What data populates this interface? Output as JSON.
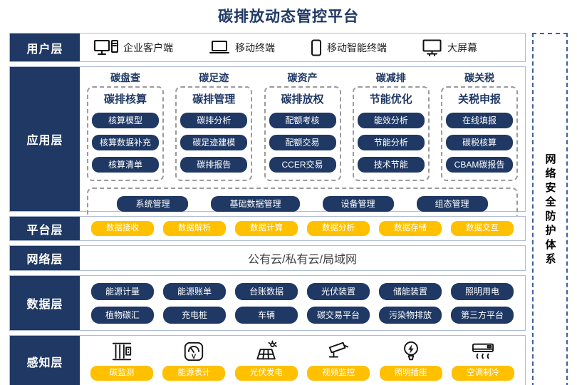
{
  "title": "碳排放动态管控平台",
  "security_sidebar": {
    "label": "网络安全防护体系"
  },
  "layers": {
    "user": {
      "label": "用户层",
      "items": [
        {
          "icon": "desktop-icon",
          "label": "企业客户端"
        },
        {
          "icon": "laptop-icon",
          "label": "移动终端"
        },
        {
          "icon": "smartphone-icon",
          "label": "移动智能终端"
        },
        {
          "icon": "bigscreen-icon",
          "label": "大屏幕"
        }
      ]
    },
    "application": {
      "label": "应用层",
      "columns": [
        {
          "header": "碳盘查",
          "subheader": "碳排核算",
          "items": [
            "核算模型",
            "核算数据补充",
            "核算清单"
          ]
        },
        {
          "header": "碳足迹",
          "subheader": "碳排管理",
          "items": [
            "碳排分析",
            "碳足迹建模",
            "碳排报告"
          ]
        },
        {
          "header": "碳资产",
          "subheader": "碳排放权",
          "items": [
            "配额考核",
            "配额交易",
            "CCER交易"
          ]
        },
        {
          "header": "碳减排",
          "subheader": "节能优化",
          "items": [
            "能效分析",
            "节能分析",
            "技术节能"
          ]
        },
        {
          "header": "碳关税",
          "subheader": "关税申报",
          "items": [
            "在线填报",
            "碳税核算",
            "CBAM碳报告"
          ]
        }
      ],
      "management_items": [
        "系统管理",
        "基础数据管理",
        "设备管理",
        "组态管理"
      ]
    },
    "platform": {
      "label": "平台层",
      "items": [
        "数据接收",
        "数据解析",
        "数据计算",
        "数据分析",
        "数据存储",
        "数据交互"
      ]
    },
    "network": {
      "label": "网络层",
      "content": "公有云/私有云/局域网"
    },
    "data": {
      "label": "数据层",
      "row1": [
        "能源计量",
        "能源账单",
        "台账数据",
        "光伏装置",
        "储能装置",
        "照明用电"
      ],
      "row2": [
        "植物碳汇",
        "充电桩",
        "车辆",
        "碳交易平台",
        "污染物排放",
        "第三方平台"
      ]
    },
    "perception": {
      "label": "感知层",
      "items": [
        {
          "icon": "carbon-monitor-icon",
          "label": "碳监测"
        },
        {
          "icon": "energy-meter-icon",
          "label": "能源表计"
        },
        {
          "icon": "solar-panel-icon",
          "label": "光伏发电"
        },
        {
          "icon": "cctv-camera-icon",
          "label": "视频监控"
        },
        {
          "icon": "light-bulb-icon",
          "label": "照明插座"
        },
        {
          "icon": "air-conditioner-icon",
          "label": "空调制冷"
        }
      ]
    }
  },
  "colors": {
    "navy": "#1f3864",
    "yellow": "#ffc000",
    "row_border": "#aebcd6",
    "dashed_gray": "#9b9b9b",
    "dashed_blue": "#3f5f9e"
  }
}
